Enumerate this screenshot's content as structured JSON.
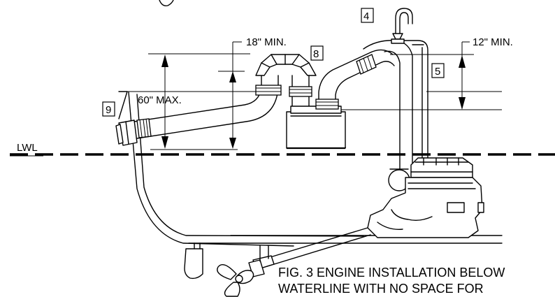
{
  "labels": {
    "waterline": "LWL",
    "min_18": "18\" MIN.",
    "min_12": "12\" MIN.",
    "max_60": "60\" MAX."
  },
  "callouts": [
    "4",
    "5",
    "8",
    "9"
  ],
  "caption": {
    "line1": "FIG. 3 ENGINE INSTALLATION BELOW",
    "line2": "WATERLINE WITH NO SPACE FOR"
  }
}
